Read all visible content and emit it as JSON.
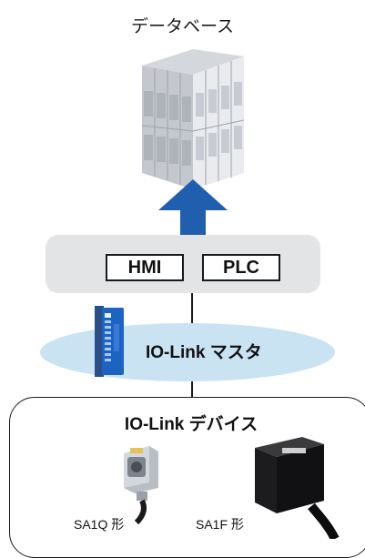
{
  "database": {
    "label": "データベース"
  },
  "controller": {
    "hmi_label": "HMI",
    "plc_label": "PLC"
  },
  "master": {
    "label": "IO-Link マスタ"
  },
  "devices": {
    "label": "IO-Link デバイス",
    "items": [
      {
        "model": "SA1Q 形"
      },
      {
        "model": "SA1F 形"
      }
    ]
  },
  "colors": {
    "arrow": "#1f5fae",
    "network_ellipse": "#c9e3f2",
    "controller_band": "#e3e4e6",
    "master_module": "#1d63c4"
  }
}
